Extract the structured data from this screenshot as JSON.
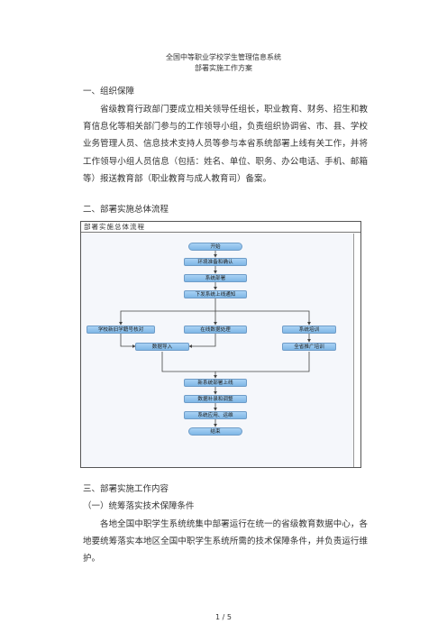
{
  "doc": {
    "title_line1": "全国中等职业学校学生管理信息系统",
    "title_line2": "部署实施工作方案",
    "section1_heading": "一、组织保障",
    "section1_text": "省级教育行政部门要成立相关领导任组长，职业教育、财务、招生和教育信息化等相关部门参与的工作领导小组，负责组织协调省、市、县、学校业务管理人员、信息技术支持人员等参与本省系统部署上线有关工作，并将工作领导小组人员信息（包括：姓名、单位、职务、办公电话、手机、邮箱等）报送教育部（职业教育与成人教育司）备案。",
    "section2_heading": "二、部署实施总体流程",
    "section3_heading": "三、部署实施工作内容",
    "sub1_heading": "（一）统筹落实技术保障条件",
    "sub1_text": "各地全国中职学生系统统集中部署运行在统一的省级教育数据中心，各地要统筹落实本地区全国中职学生系统所需的技术保障条件，并负责运行维护。",
    "page_number": "1 / 5"
  },
  "flowchart": {
    "header": "部署实施总体流程",
    "nodes": {
      "start": "开始",
      "env": "环境准备和确认",
      "deploy": "系统部署",
      "notice": "下发系统上线通知",
      "school": "学校新旧学籍号核对",
      "online": "在线数据处理",
      "train": "系统培训",
      "import": "数据导入",
      "promote": "全省推广培训",
      "newdeploy": "新系统部署上线",
      "supplement": "数据补录和调整",
      "apply": "系统应用、运维",
      "end": "结束"
    }
  }
}
